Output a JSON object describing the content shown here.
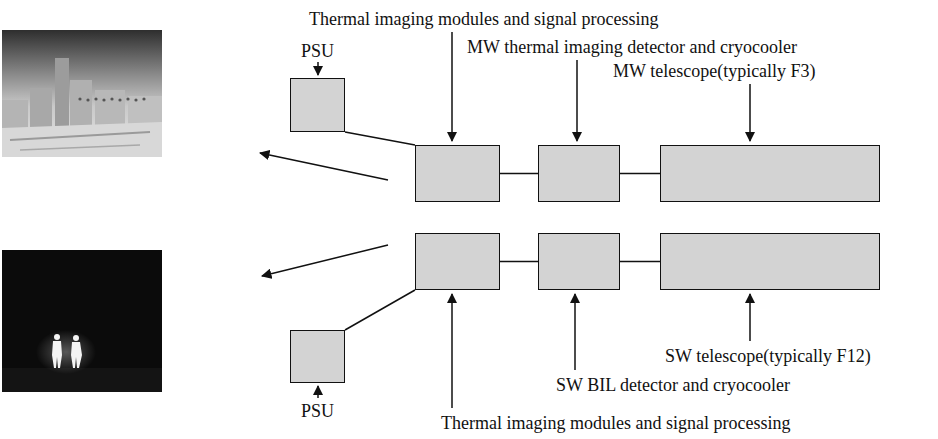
{
  "diagram": {
    "nodes": [
      {
        "text": [
          "PSU"
        ]
      },
      {
        "text": [
          "Thermal imaging modules and signal processing"
        ]
      },
      {
        "text": [
          "MW thermal imaging detector and cryocooler"
        ]
      },
      {
        "text": [
          "MW telescope(typically F3)"
        ]
      },
      {
        "text": [
          "Thermal imaging modules and signal processing"
        ]
      },
      {
        "text": [
          "SW BIL detector and cryocooler"
        ]
      },
      {
        "text": [
          "SW telescope(typically F12)"
        ]
      },
      {
        "text": [
          "PSU"
        ]
      }
    ],
    "edges": [
      {
        "from": 0,
        "to": 1,
        "arrow": "none"
      },
      {
        "from": 1,
        "to": 2,
        "arrow": "none"
      },
      {
        "from": 2,
        "to": 3,
        "arrow": "none"
      },
      {
        "from": 4,
        "to": 5,
        "arrow": "none"
      },
      {
        "from": 5,
        "to": 6,
        "arrow": "none"
      },
      {
        "from": 7,
        "to": 4,
        "arrow": "none"
      }
    ]
  }
}
